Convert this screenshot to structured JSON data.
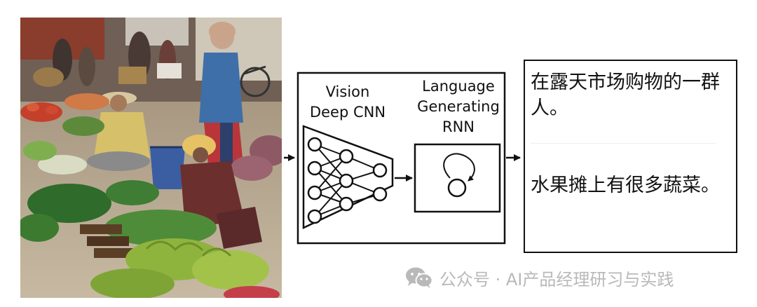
{
  "cnn_block": {
    "title_line1": "Vision",
    "title_line2": "Deep CNN"
  },
  "rnn_block": {
    "title_line1": "Language",
    "title_line2": "Generating",
    "title_line3": "RNN"
  },
  "captions": [
    "在露天市场购物的一群人。",
    "水果摊上有很多蔬菜。"
  ],
  "watermark": {
    "icon": "wechat-icon",
    "text": "公众号 · AI产品经理研习与实践"
  },
  "colors": {
    "stroke": "#111111",
    "watermark": "#b9b9b9"
  }
}
